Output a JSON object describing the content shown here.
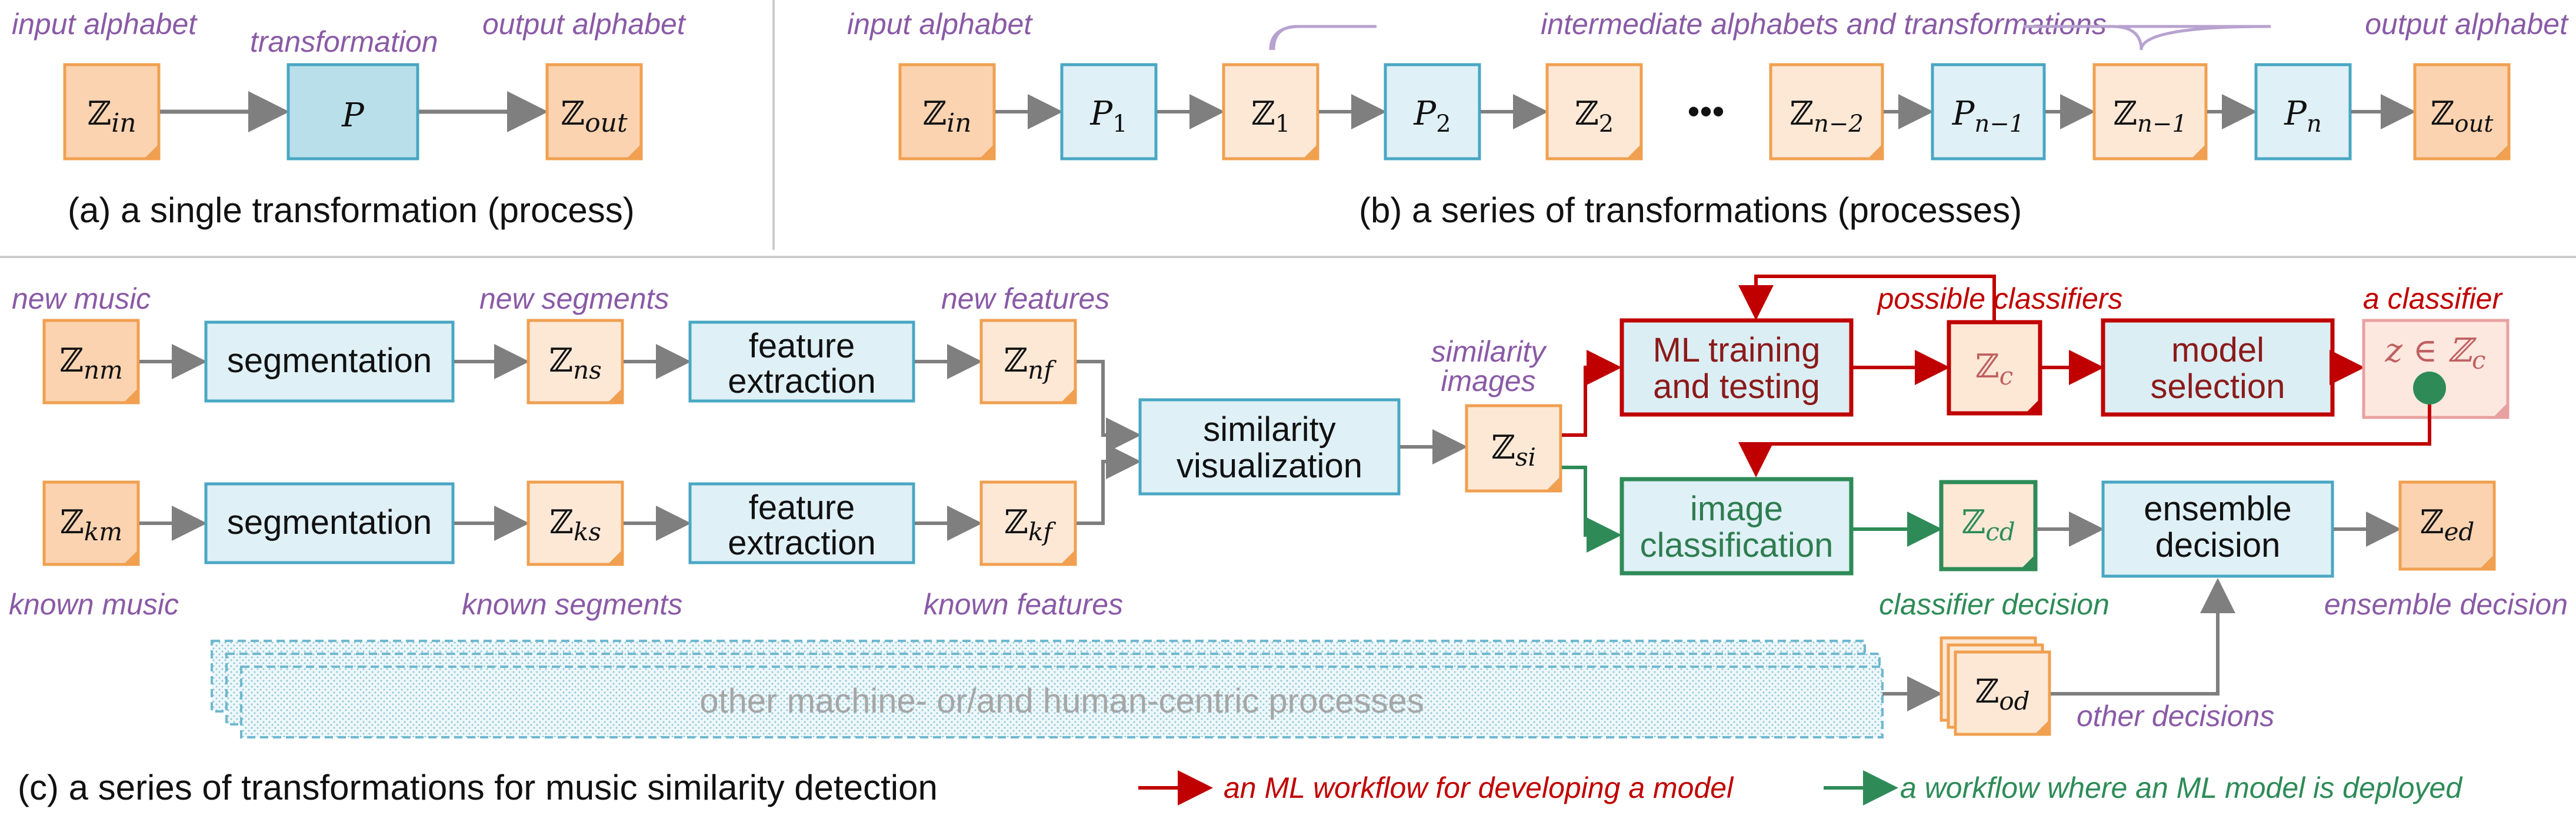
{
  "colors": {
    "alphabet_fill": "#fbd3b1",
    "alphabet_fill_light": "#fde8d6",
    "alphabet_stroke": "#f0a050",
    "process_fill": "#b9e0ea",
    "process_fill_light": "#dff0f6",
    "process_stroke": "#49a7c3",
    "red": "#c00000",
    "red_box_fill": "#dbeef4",
    "green": "#2e8b57",
    "purple": "#8a5aa6",
    "gray_arrow": "#7f7f7f",
    "dotted_fill": "#e8f4f8"
  },
  "panel_a": {
    "label_input": "input alphabet",
    "label_transform": "transformation",
    "label_output": "output alphabet",
    "node_in": {
      "base": "ℤ",
      "sub": "in"
    },
    "node_p": "P",
    "node_out": {
      "base": "ℤ",
      "sub": "out"
    },
    "caption": "(a) a single transformation (process)"
  },
  "panel_b": {
    "label_input": "input alphabet",
    "label_intermediate": "intermediate alphabets and transformations",
    "label_output": "output alphabet",
    "nodes": [
      {
        "base": "ℤ",
        "sub": "in"
      },
      {
        "base": "P",
        "sub": "1"
      },
      {
        "base": "ℤ",
        "sub": "1"
      },
      {
        "base": "P",
        "sub": "2"
      },
      {
        "base": "ℤ",
        "sub": "2"
      },
      {
        "base": "ℤ",
        "sub": "n−2"
      },
      {
        "base": "P",
        "sub": "n−1"
      },
      {
        "base": "ℤ",
        "sub": "n−1"
      },
      {
        "base": "P",
        "sub": "n"
      },
      {
        "base": "ℤ",
        "sub": "out"
      }
    ],
    "ellipsis": "•••",
    "caption": "(b) a series of transformations (processes)"
  },
  "panel_c": {
    "label_new_music": "new music",
    "label_new_segments": "new segments",
    "label_new_features": "new features",
    "label_known_music": "known music",
    "label_known_segments": "known segments",
    "label_known_features": "known features",
    "label_similarity_images_1": "similarity",
    "label_similarity_images_2": "images",
    "label_possible_classifiers": "possible classifiers",
    "label_a_classifier": "a classifier",
    "label_classifier_decision": "classifier decision",
    "label_ensemble_decision": "ensemble decision",
    "label_other_decisions": "other decisions",
    "nm": {
      "base": "ℤ",
      "sub": "nm"
    },
    "ns": {
      "base": "ℤ",
      "sub": "ns"
    },
    "nf": {
      "base": "ℤ",
      "sub": "nf"
    },
    "km": {
      "base": "ℤ",
      "sub": "km"
    },
    "ks": {
      "base": "ℤ",
      "sub": "ks"
    },
    "kf": {
      "base": "ℤ",
      "sub": "kf"
    },
    "si": {
      "base": "ℤ",
      "sub": "si"
    },
    "c": {
      "base": "ℤ",
      "sub": "c"
    },
    "classifier": {
      "base": "z ∈ ℤ",
      "sub": "c"
    },
    "cd": {
      "base": "ℤ",
      "sub": "cd"
    },
    "ed": {
      "base": "ℤ",
      "sub": "ed"
    },
    "od": {
      "base": "ℤ",
      "sub": "od"
    },
    "segmentation": "segmentation",
    "feature_1": "feature",
    "feature_2": "extraction",
    "similarity_1": "similarity",
    "similarity_2": "visualization",
    "ml_1": "ML training",
    "ml_2": "and testing",
    "model_1": "model",
    "model_2": "selection",
    "image_1": "image",
    "image_2": "classification",
    "ensemble_1": "ensemble",
    "ensemble_2": "decision",
    "other_processes": "other machine- or/and human-centric processes",
    "caption": "(c) a series of transformations for music similarity detection",
    "legend_red": "an ML workflow for developing a model",
    "legend_green": "a workflow where an ML model is deployed"
  }
}
